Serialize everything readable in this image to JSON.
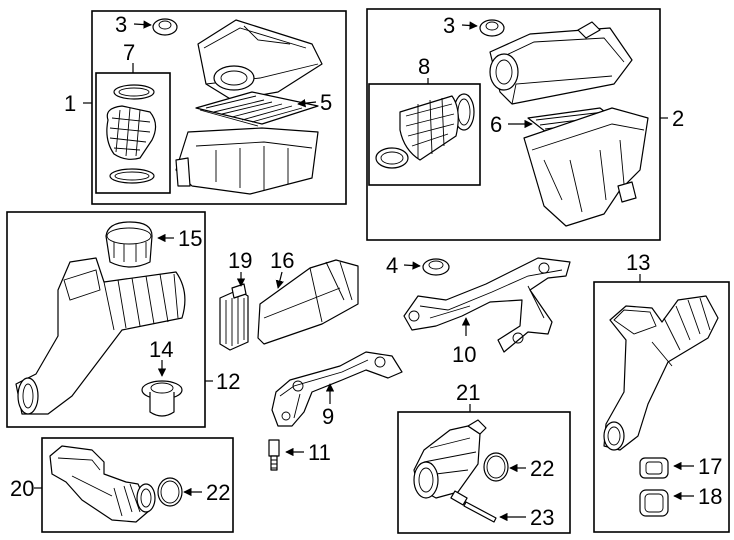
{
  "callouts": {
    "c1": "1",
    "c2": "2",
    "c3a": "3",
    "c3b": "3",
    "c4": "4",
    "c5": "5",
    "c6": "6",
    "c7": "7",
    "c8": "8",
    "c9": "9",
    "c10": "10",
    "c11": "11",
    "c12": "12",
    "c13": "13",
    "c14": "14",
    "c15": "15",
    "c16": "16",
    "c17": "17",
    "c18": "18",
    "c19": "19",
    "c20": "20",
    "c21": "21",
    "c22a": "22",
    "c22b": "22",
    "c23": "23"
  },
  "colors": {
    "line": "#000000",
    "background": "#ffffff"
  }
}
